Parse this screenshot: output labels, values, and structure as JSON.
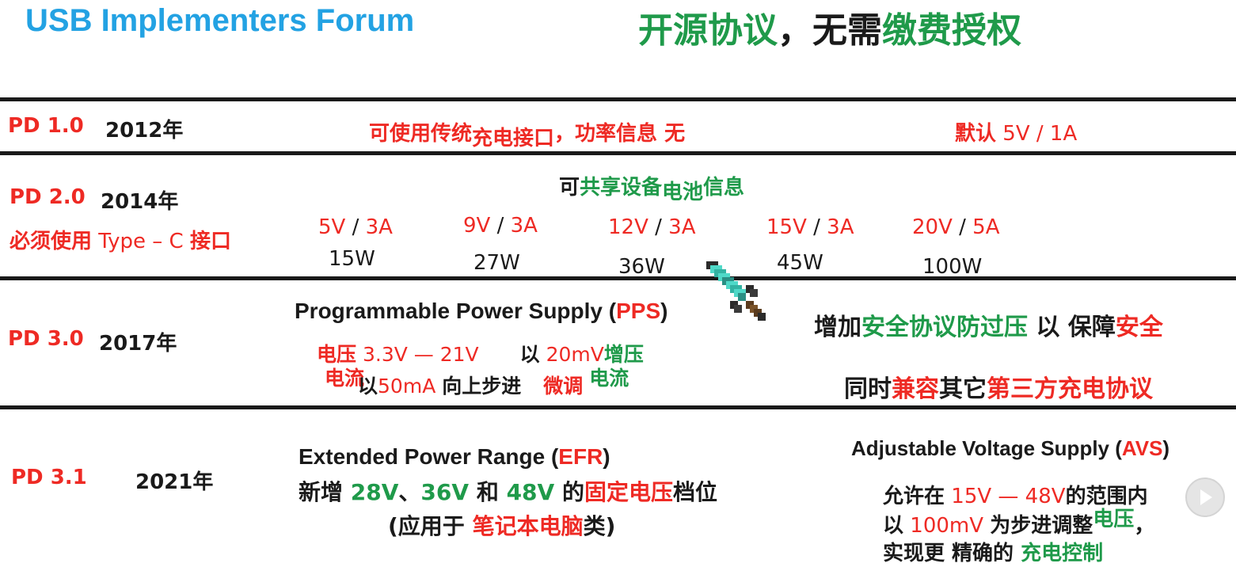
{
  "header": {
    "org": "USB Implementers Forum",
    "slogan": [
      "开源协议",
      "，",
      "无需",
      "缴费授权"
    ]
  },
  "rows": {
    "pd10": {
      "name": "PD 1.0",
      "year": "2012年",
      "desc": [
        "可使用传统",
        "充电接口",
        "，功率信息 无"
      ],
      "default": [
        "默认",
        "5V / 1A"
      ]
    },
    "pd20": {
      "name": "PD 2.0",
      "year": "2014年",
      "type_c": [
        "必须使用",
        "Type – C",
        "接口"
      ],
      "share": [
        "可",
        "共享设备",
        "电池",
        "信息"
      ],
      "levels": [
        {
          "voltage": "5V",
          "current": "3A",
          "power": "15W"
        },
        {
          "voltage": "9V",
          "current": "3A",
          "power": "27W"
        },
        {
          "voltage": "12V",
          "current": "3A",
          "power": "36W"
        },
        {
          "voltage": "15V",
          "current": "3A",
          "power": "45W"
        },
        {
          "voltage": "20V",
          "current": "5A",
          "power": "100W"
        }
      ]
    },
    "pd30": {
      "name": "PD 3.0",
      "year": "2017年",
      "pps": [
        "Programmable Power Supply (",
        "PPS",
        ")"
      ],
      "voltage_line": [
        "电压",
        "3.3V — 21V",
        "以",
        "20mV",
        "增压"
      ],
      "current_line": [
        "电流",
        "以",
        "50mA",
        "向上步进",
        "微调",
        "电流"
      ],
      "safety": [
        "增加",
        "安全协议防过压",
        "以 保障",
        "安全"
      ],
      "compat": [
        "同时",
        "兼容",
        "其它",
        "第三方充电协议"
      ]
    },
    "pd31": {
      "name": "PD 3.1",
      "year": "2021年",
      "epr": [
        "Extended Power Range (",
        "EFR",
        ")"
      ],
      "fixed": [
        "新增",
        "28V",
        "、",
        "36V",
        "和",
        "48V",
        "的",
        "固定",
        "电压",
        "档位"
      ],
      "laptop": [
        "(应用于",
        "笔记本电脑",
        "类)"
      ],
      "avs": [
        "Adjustable Voltage Supply (",
        "AVS",
        ")"
      ],
      "avs_range": [
        "允许在",
        "15V — 48V",
        "的范围内"
      ],
      "avs_step": [
        "以",
        "100mV",
        "为步进调整",
        "电压",
        "，"
      ],
      "avs_ctrl": [
        "实现更 精确的",
        "充电控制"
      ]
    }
  },
  "colors": {
    "red": "#ee2a24",
    "green": "#1f9a4a",
    "blue": "#23a2e3",
    "black": "#1a1a1a"
  },
  "icons": [
    "diamond-sword-icon",
    "play-icon"
  ]
}
